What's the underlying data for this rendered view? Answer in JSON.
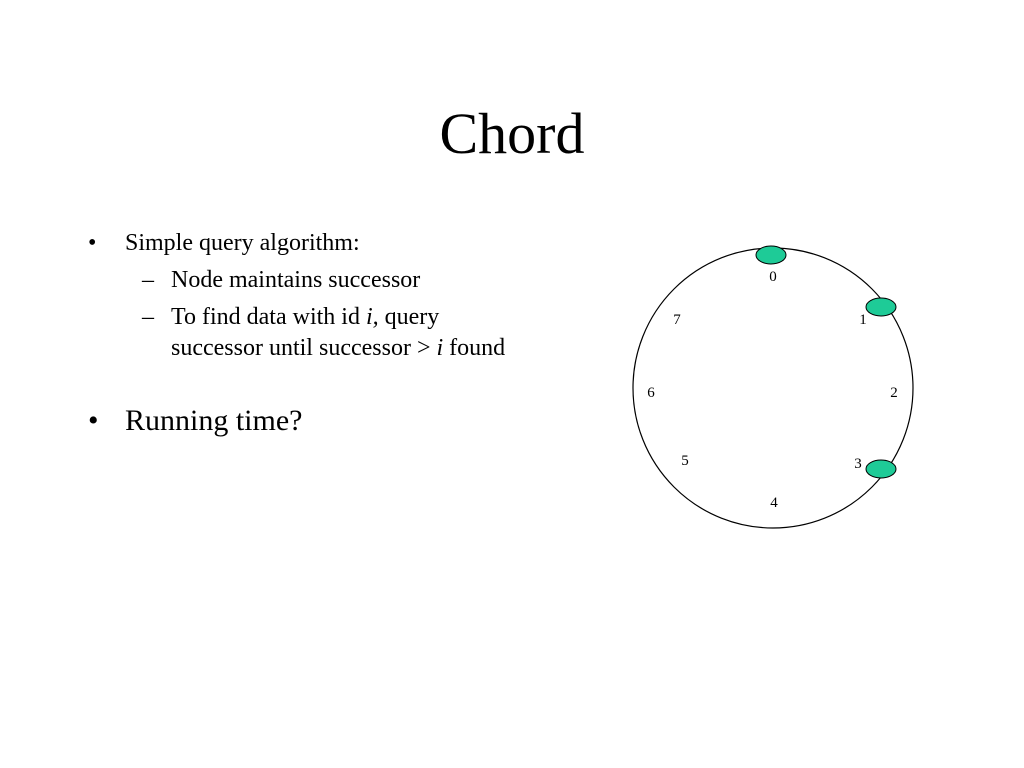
{
  "slide": {
    "title": "Chord"
  },
  "bullets": {
    "b1": "Simple query algorithm:",
    "b1_sub1": "Node maintains successor",
    "b1_sub2_part1": "To find data with id ",
    "b1_sub2_var1": "i,",
    "b1_sub2_part2": " query successor until successor > ",
    "b1_sub2_var2": "i",
    "b1_sub2_part3": " found",
    "b2": "Running time?",
    "bullet_mark": "•",
    "dash_mark": "–"
  },
  "diagram": {
    "ring_ids": [
      "0",
      "1",
      "2",
      "3",
      "4",
      "5",
      "6",
      "7"
    ],
    "active_nodes": [
      "0",
      "1",
      "3"
    ],
    "node_color": "#1ecb97"
  }
}
